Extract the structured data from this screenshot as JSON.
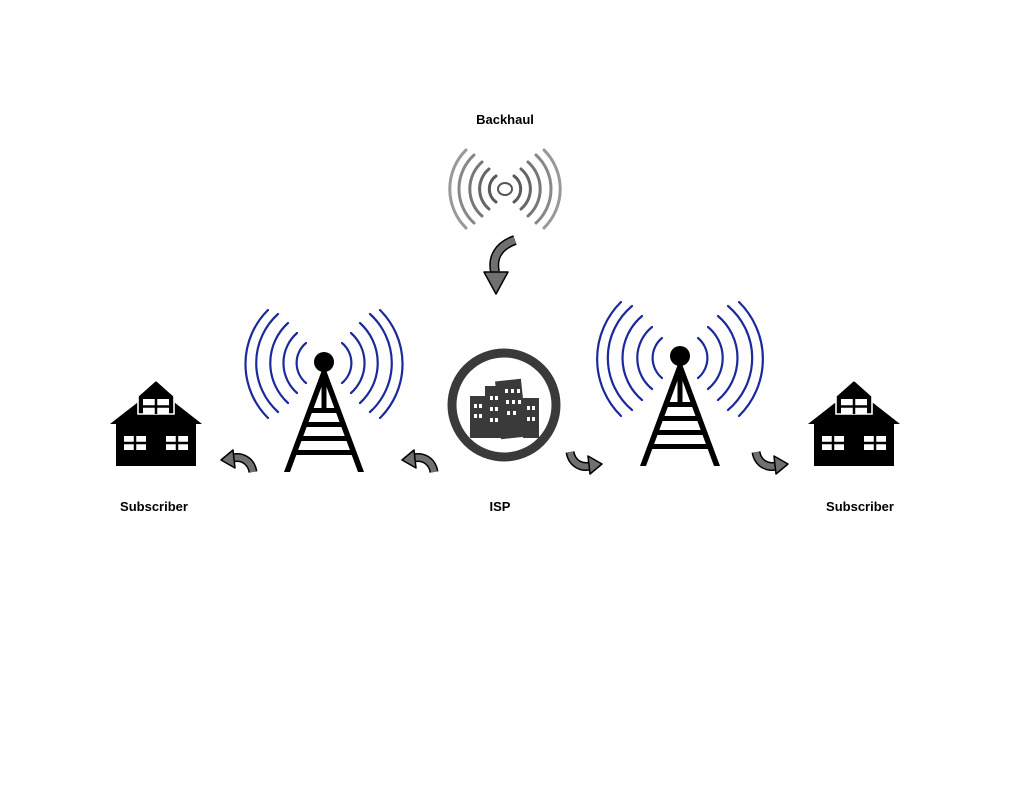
{
  "labels": {
    "backhaul": "Backhaul",
    "subscriber_left": "Subscriber",
    "isp": "ISP",
    "subscriber_right": "Subscriber"
  },
  "nodes": [
    {
      "id": "backhaul",
      "icon": "wireless-signal-icon"
    },
    {
      "id": "isp",
      "icon": "city-buildings-icon"
    },
    {
      "id": "tower-left",
      "icon": "radio-tower-icon"
    },
    {
      "id": "tower-right",
      "icon": "radio-tower-icon"
    },
    {
      "id": "subscriber-left",
      "icon": "house-icon"
    },
    {
      "id": "subscriber-right",
      "icon": "house-icon"
    }
  ],
  "edges": [
    {
      "from": "backhaul",
      "to": "isp"
    },
    {
      "from": "isp",
      "to": "tower-left"
    },
    {
      "from": "tower-left",
      "to": "subscriber-left"
    },
    {
      "from": "isp",
      "to": "tower-right"
    },
    {
      "from": "tower-right",
      "to": "subscriber-right"
    }
  ],
  "colors": {
    "signal_blue": "#1b2a9a",
    "backhaul_gray": "#6d6d6d",
    "arrow_gray": "#707070",
    "icon_black": "#000000",
    "isp_dark": "#3a3a3a"
  }
}
